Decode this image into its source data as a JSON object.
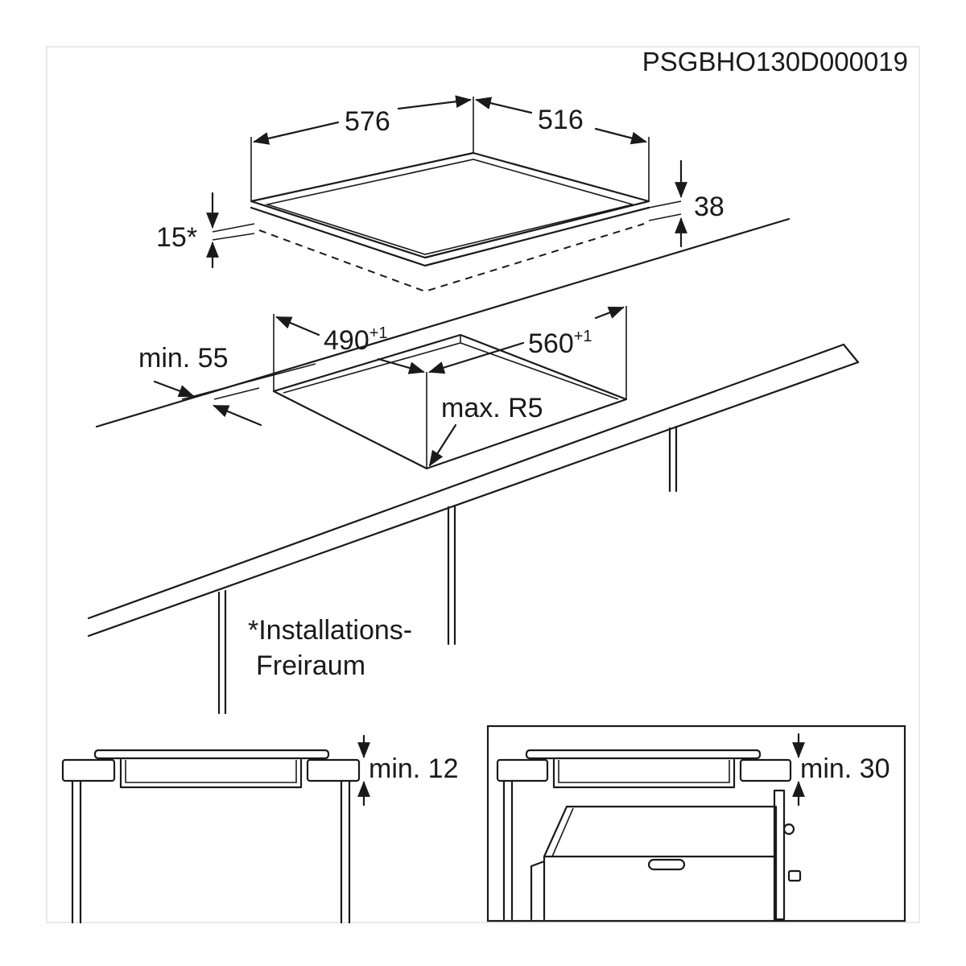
{
  "header": {
    "code": "PSGBHO130D000019"
  },
  "hob": {
    "width": "576",
    "depth": "516",
    "height": "38",
    "clearance": "15*"
  },
  "cutout": {
    "width": "490",
    "width_tol": "+1",
    "depth": "560",
    "depth_tol": "+1",
    "front_edge": "min. 55",
    "radius": "max. R5"
  },
  "note": {
    "line1": "*Installations-",
    "line2": "Freiraum"
  },
  "detail_left": {
    "gap": "min. 12"
  },
  "detail_right": {
    "gap": "min. 30"
  }
}
